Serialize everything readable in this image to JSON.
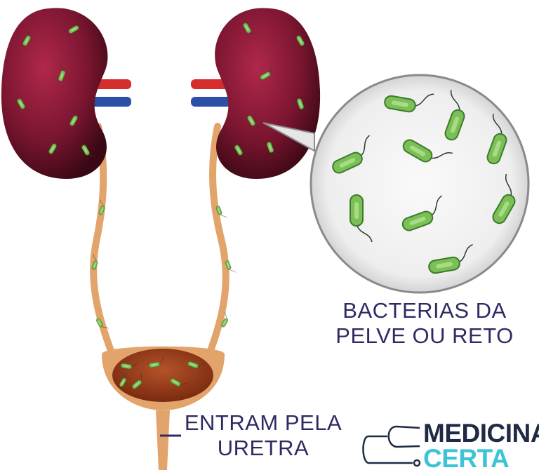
{
  "labels": {
    "bacteria_line1": "BACTERIAS DA",
    "bacteria_line2": "PELVE OU RETO",
    "entry_line1": "ENTRAM PELA",
    "entry_line2": "URETRA"
  },
  "logo": {
    "word1": "MEDICINA",
    "word2": "CERTA",
    "icon": "stethoscope-icon"
  },
  "colors": {
    "kidney": "#7a1530",
    "ureter": "#e2a46a",
    "bacteria": "#7bbf57",
    "text": "#2e2b63",
    "logo_dark": "#1f2a44",
    "logo_accent": "#3cc3d6"
  }
}
